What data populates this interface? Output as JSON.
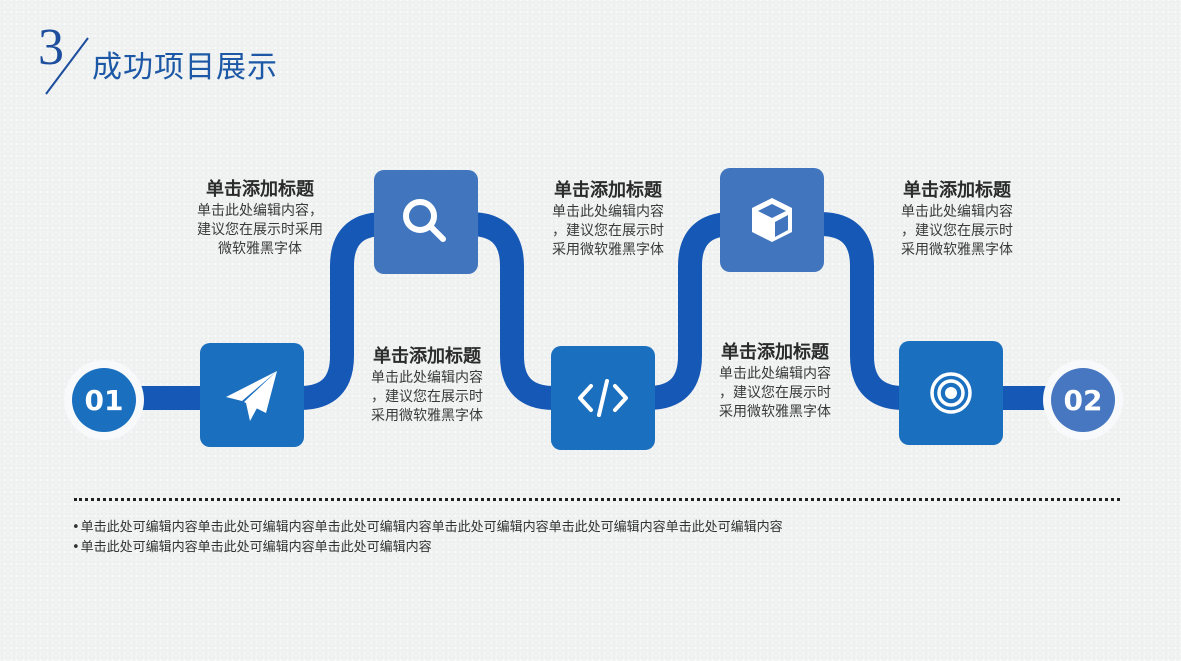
{
  "header": {
    "section_number": "3",
    "title": "成功项目展示"
  },
  "colors": {
    "track": "#1558b5",
    "box_dark": "#1a6fbf",
    "box_light": "#4176be",
    "endpoint_start": "#1a6fbf",
    "endpoint_end": "#4677c0",
    "title_blue": "#1c58a6"
  },
  "endpoints": {
    "start": "01",
    "end": "02"
  },
  "steps": [
    {
      "icon": "paper-plane-icon",
      "position": "bottom"
    },
    {
      "icon": "search-icon",
      "position": "top"
    },
    {
      "icon": "code-icon",
      "position": "bottom"
    },
    {
      "icon": "cube-icon",
      "position": "top"
    },
    {
      "icon": "target-icon",
      "position": "bottom"
    }
  ],
  "text_blocks": [
    {
      "title": "单击添加标题",
      "body": "单击此处编辑内容，\n建议您在展示时采用\n微软雅黑字体"
    },
    {
      "title": "单击添加标题",
      "body": "单击此处编辑内容\n，建议您在展示时\n采用微软雅黑字体"
    },
    {
      "title": "单击添加标题",
      "body": "单击此处编辑内容\n，建议您在展示时\n采用微软雅黑字体"
    },
    {
      "title": "单击添加标题",
      "body": "单击此处编辑内容\n，建议您在展示时\n采用微软雅黑字体"
    },
    {
      "title": "单击添加标题",
      "body": "单击此处编辑内容\n，建议您在展示时\n采用微软雅黑字体"
    }
  ],
  "bullets": [
    "单击此处可编辑内容单击此处可编辑内容单击此处可编辑内容单击此处可编辑内容单击此处可编辑内容单击此处可编辑内容",
    "单击此处可编辑内容单击此处可编辑内容单击此处可编辑内容"
  ]
}
